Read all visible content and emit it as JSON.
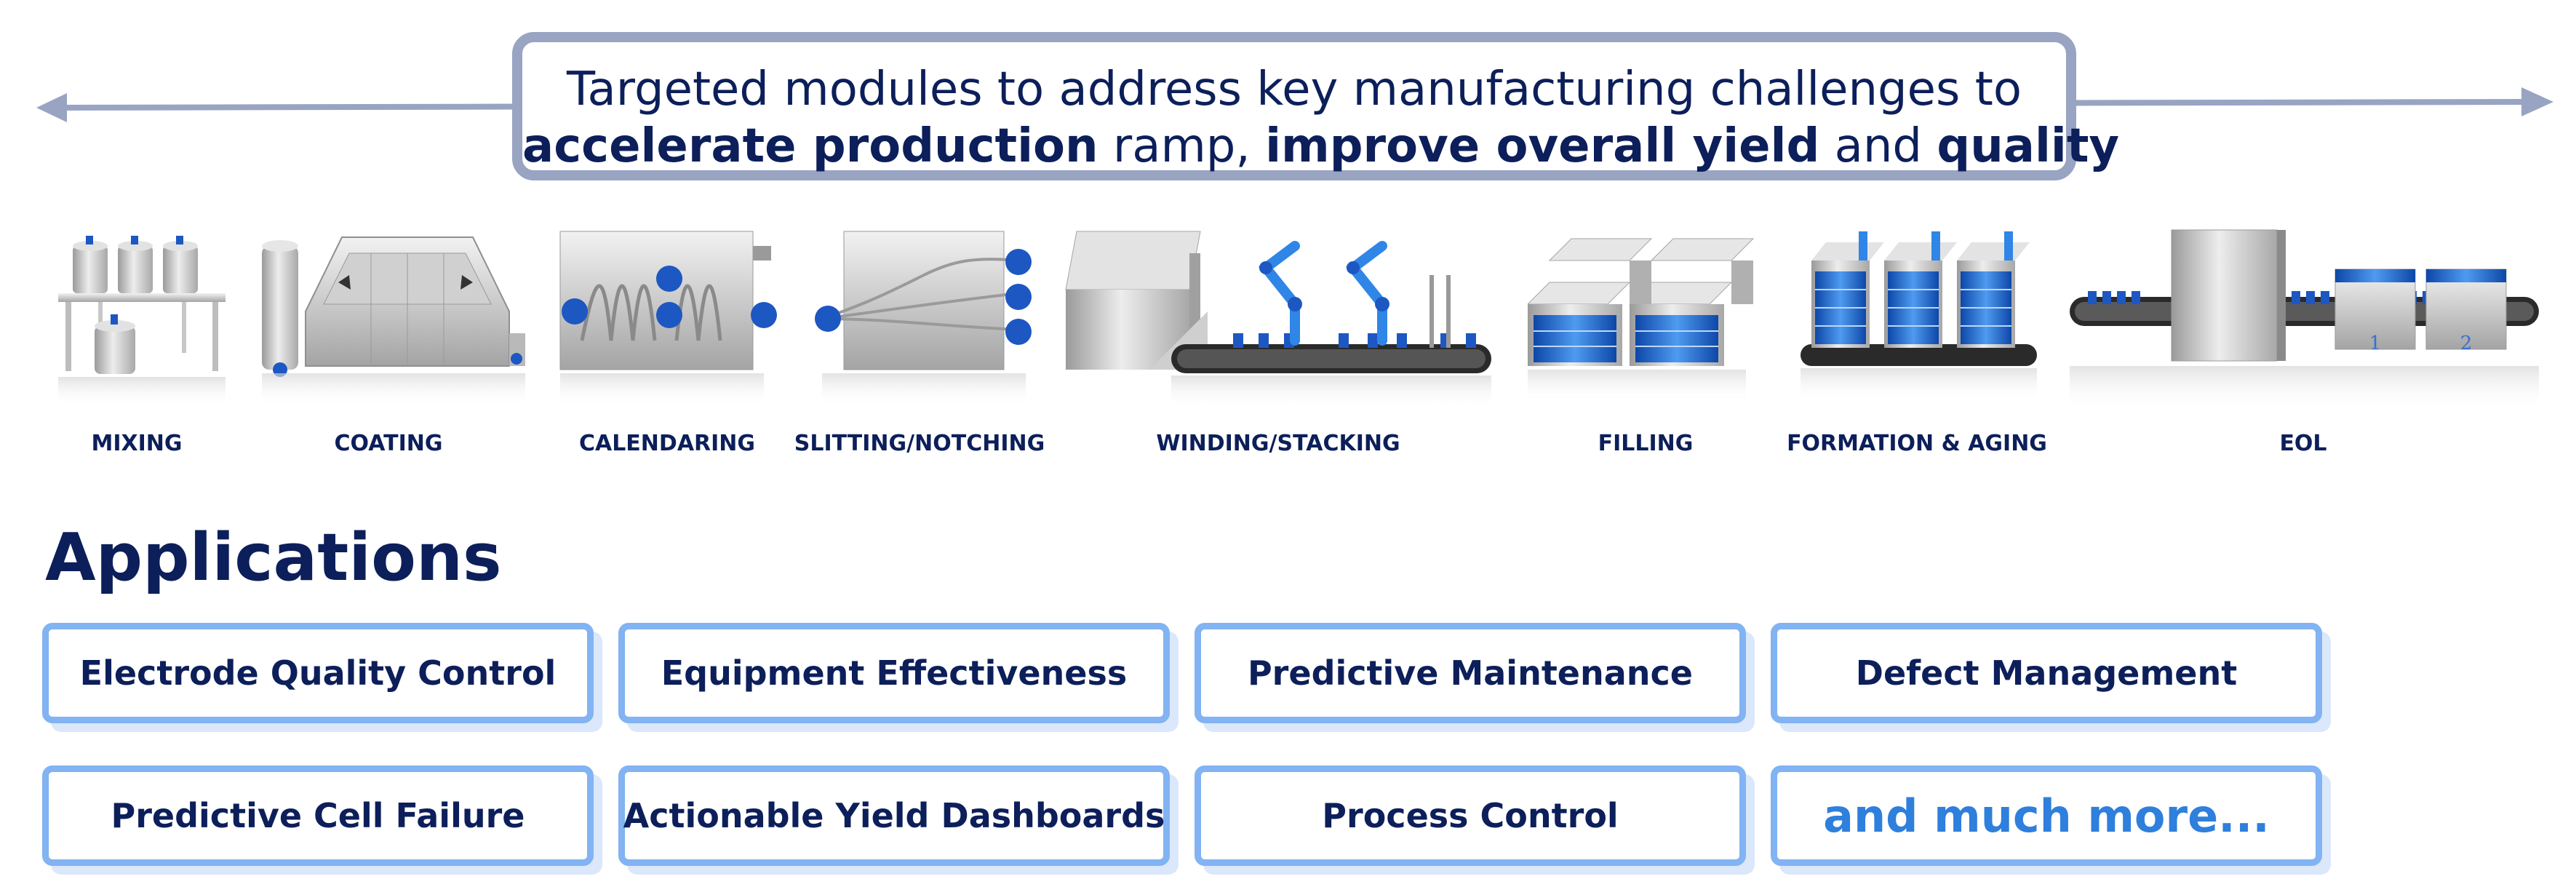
{
  "banner": {
    "line1": "Targeted modules to address key manufacturing challenges to",
    "line2_bold_a": "accelerate production",
    "line2_text_a": " ramp, ",
    "line2_bold_b": "improve overall yield",
    "line2_text_b": " and ",
    "line2_bold_c": "quality"
  },
  "stages": [
    {
      "label": "MIXING",
      "icon": "mixing-tanks-icon"
    },
    {
      "label": "COATING",
      "icon": "coating-machine-icon"
    },
    {
      "label": "CALENDARING",
      "icon": "calendaring-machine-icon"
    },
    {
      "label": "SLITTING/NOTCHING",
      "icon": "slitting-machine-icon"
    },
    {
      "label": "WINDING/STACKING",
      "icon": "robotic-winding-line-icon"
    },
    {
      "label": "FILLING",
      "icon": "filling-racks-icon"
    },
    {
      "label": "FORMATION & AGING",
      "icon": "formation-racks-icon"
    },
    {
      "label": "EOL",
      "icon": "eol-conveyor-icon",
      "bin_labels": [
        "1",
        "2"
      ]
    }
  ],
  "applications": {
    "title": "Applications",
    "items": [
      "Electrode Quality Control",
      "Equipment Effectiveness",
      "Predictive Maintenance",
      "Defect Management",
      "Predictive Cell Failure",
      "Actionable Yield Dashboards",
      "Process Control",
      "and much more..."
    ]
  },
  "colors": {
    "navy": "#0c1f5a",
    "arrow_gray": "#98a4c2",
    "box_border": "#82b3f2",
    "accent_blue": "#2f7fdc"
  }
}
